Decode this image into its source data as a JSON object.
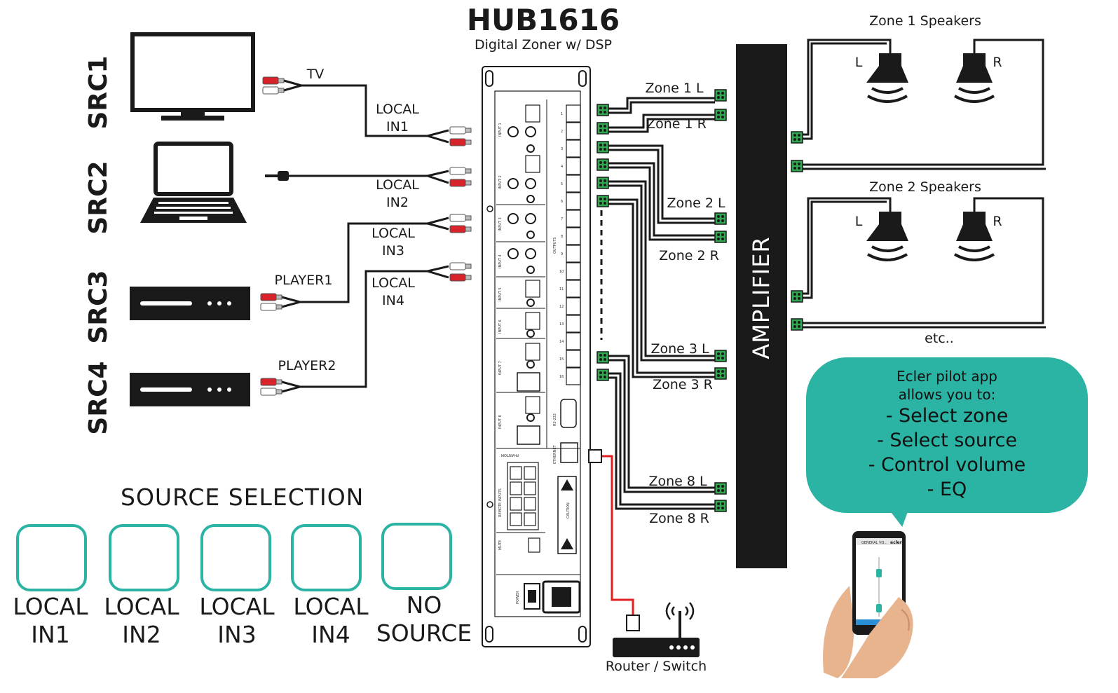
{
  "device": {
    "title": "HUB1616",
    "subtitle": "Digital Zoner w/ DSP",
    "input_labels": [
      "INPUT 1",
      "INPUT 2",
      "INPUT 3",
      "INPUT 4",
      "INPUT 5",
      "INPUT 6",
      "INPUT 7",
      "INPUT 8"
    ],
    "outputs_label": "OUTPUTS",
    "output_numbers": [
      "1",
      "2",
      "3",
      "4",
      "5",
      "6",
      "7",
      "8",
      "9",
      "10",
      "11",
      "12",
      "13",
      "14",
      "15",
      "16"
    ],
    "rs232_label": "RS-232",
    "ethernet_label": "ETHERNET",
    "phantom_label": "PHANTOM",
    "remote_label": "REMOTE INPUTS",
    "mute_label": "MUTE",
    "power_label": "POWER",
    "caution_label": "CAUTION"
  },
  "sources": {
    "src_labels": [
      "SRC1",
      "SRC2",
      "SRC3",
      "SRC4"
    ],
    "cable_labels": {
      "tv": "TV",
      "player1": "PLAYER1",
      "player2": "PLAYER2"
    },
    "local_inputs": [
      {
        "line1": "LOCAL",
        "line2": "IN1"
      },
      {
        "line1": "LOCAL",
        "line2": "IN2"
      },
      {
        "line1": "LOCAL",
        "line2": "IN3"
      },
      {
        "line1": "LOCAL",
        "line2": "IN4"
      }
    ]
  },
  "zones": {
    "outputs": [
      "Zone 1 L",
      "Zone 1 R",
      "Zone 2 L",
      "Zone 2 R",
      "Zone 3 L",
      "Zone 3 R",
      "Zone 8 L",
      "Zone 8 R"
    ],
    "amplifier_label": "AMPLIFIER",
    "speaker_groups": [
      "Zone 1 Speakers",
      "Zone 2 Speakers"
    ],
    "channel_left": "L",
    "channel_right": "R",
    "etc": "etc.."
  },
  "network": {
    "router_label": "Router / Switch"
  },
  "app": {
    "intro_line1": "Ecler pilot app",
    "intro_line2": "allows you to:",
    "features": [
      "- Select zone",
      "- Select source",
      "- Control volume",
      "- EQ"
    ],
    "phone_header": "GENERAL VO...",
    "phone_brand": "ecler"
  },
  "source_selection": {
    "title": "SOURCE SELECTION",
    "buttons": [
      {
        "line1": "LOCAL",
        "line2": "IN1"
      },
      {
        "line1": "LOCAL",
        "line2": "IN2"
      },
      {
        "line1": "LOCAL",
        "line2": "IN3"
      },
      {
        "line1": "LOCAL",
        "line2": "IN4"
      },
      {
        "line1": "NO",
        "line2": "SOURCE"
      }
    ]
  },
  "colors": {
    "accent": "#2bb3a3",
    "connector_green": "#2fa84f",
    "rca_red": "#d8232a",
    "cable": "#1a1a1a",
    "network_cable": "#e02020"
  }
}
